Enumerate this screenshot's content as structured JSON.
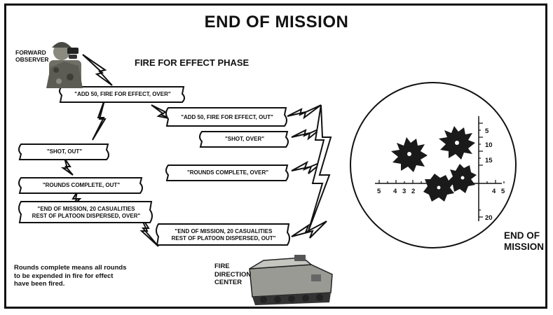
{
  "title": "END OF MISSION",
  "phase_label": "FIRE FOR EFFECT PHASE",
  "observer_label": [
    "FORWARD",
    "OBSERVER"
  ],
  "fdc_label": [
    "FIRE",
    "DIRECTION",
    "CENTER"
  ],
  "end_label": [
    "END OF",
    "MISSION"
  ],
  "note": [
    "Rounds complete means all rounds",
    "to be expended in fire for effect",
    "have been fired."
  ],
  "messages": {
    "obs_add50": "\"ADD 50, FIRE FOR EFFECT, OVER\"",
    "obs_shot": "\"SHOT, OUT\"",
    "obs_rounds": "\"ROUNDS COMPLETE, OUT\"",
    "obs_end": [
      "\"END  OF MISSION, 20 CASUALITIES",
      "REST OF PLATOON DISPERSED, OVER\""
    ],
    "fdc_add50": "\"ADD 50, FIRE FOR EFFECT, OUT\"",
    "fdc_shot": "\"SHOT, OVER\"",
    "fdc_rounds": "\"ROUNDS COMPLETE, OVER\"",
    "fdc_end": [
      "\"END  OF MISSION, 20 CASUALITIES",
      "REST OF PLATOON DISPERSED, OUT\""
    ]
  },
  "reticle": {
    "horizontal_ticks": [
      "5",
      "4",
      "3",
      "2",
      "4",
      "5"
    ],
    "vertical_ticks": [
      "5",
      "10",
      "15",
      "20"
    ]
  },
  "icons": [
    "soldier-binoculars-icon",
    "armored-vehicle-icon",
    "lightning-bolt-icon",
    "explosion-burst-icon"
  ]
}
